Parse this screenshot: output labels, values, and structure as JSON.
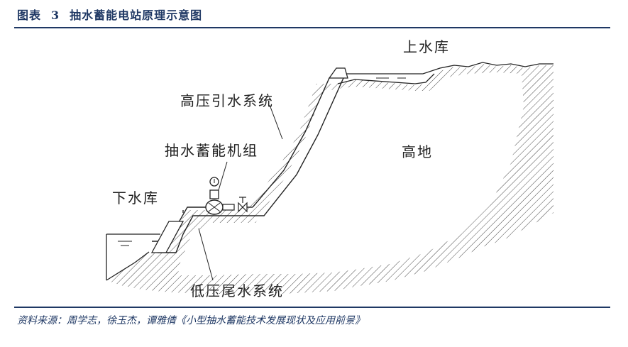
{
  "header": {
    "label": "图表",
    "number": "3",
    "title": "抽水蓄能电站原理示意图"
  },
  "diagram": {
    "labels": {
      "upper_reservoir": "上水库",
      "high_pressure_system": "高压引水系统",
      "unit": "抽水蓄能机组",
      "highland": "高地",
      "lower_reservoir": "下水库",
      "low_pressure_system": "低压尾水系统"
    }
  },
  "footer": {
    "source": "资料来源：周学志，徐玉杰，谭雅倩《小型抽水蓄能技术发展现状及应用前景》"
  },
  "colors": {
    "accent": "#1f3864",
    "line": "#222222"
  }
}
